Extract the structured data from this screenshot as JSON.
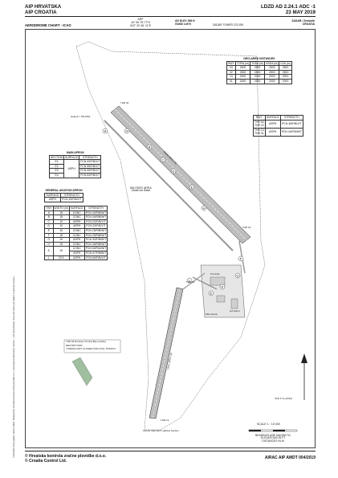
{
  "header": {
    "left1": "AIP HRVATSKA",
    "left2": "AIP CROATIA",
    "right1": "LDZD AD 2.24.1 ADC -1",
    "right2": "23 MAY 2019"
  },
  "title_row": {
    "arp_label": "ARP",
    "arp_lat": "44° 06' 29 77\"N",
    "arp_lon": "015° 20' 46, 11\"E",
    "ad_elev_label": "AD ELEV 289 ft",
    "geoid_label": "GUND 149 ft",
    "chart_name": "AERODROME CHART - ICAO",
    "tower": "ZADAR TOWER 123.150",
    "city": "ZADAR / Zemunik",
    "country": "CROATIA"
  },
  "declared": {
    "caption": "DECLARED DISTANCES",
    "headers": [
      "RWY",
      "TORA (m)",
      "TODA (m)",
      "ASDA (m)",
      "LDA (m)"
    ],
    "rows": [
      [
        "04",
        "2500",
        "2500",
        "2500",
        "2500"
      ],
      [
        "22",
        "2500",
        "2500",
        "2500",
        "2500"
      ],
      [
        "13",
        "2000",
        "2000",
        "2000",
        "2000"
      ],
      [
        "31",
        "2000",
        "2000",
        "2000",
        "2000"
      ]
    ]
  },
  "rwy_table": {
    "headers": [
      "RWY",
      "SURFACE",
      "STRENGTH"
    ],
    "rows": [
      [
        "THR 04\nTHR 22",
        "ASPH",
        "PCN 45/F/B/X/T"
      ],
      [
        "THR 13\nTHR 31",
        "ASPH",
        "PCN 44/F/B/W/T"
      ]
    ]
  },
  "apron_table": {
    "caption": "MAIN APRON",
    "headers": [
      "SECTION",
      "SURFACE",
      "STRENGTH"
    ],
    "rows": [
      [
        "E1",
        "",
        "PCN 60/F/B/X/T"
      ],
      [
        "E2",
        "ASPH",
        "PCN 55/F/B/X/T"
      ],
      [
        "E3",
        "",
        "PCN 55/F/B/X/T"
      ],
      [
        "E4",
        "",
        "PCN 60/F/B/X/T"
      ]
    ]
  },
  "ga_table": {
    "caption": "GENERAL AVIATION APRON",
    "headers": [
      "SURFACE",
      "STRENGTH"
    ],
    "rows": [
      [
        "ASPH",
        "PCN 15/F/B/X/T"
      ]
    ]
  },
  "twy_table": {
    "headers": [
      "TWY",
      "WIDTH (m)",
      "SURFACE",
      "STRENGTH"
    ],
    "rows": [
      [
        "A",
        "15",
        "CONC",
        "PCN 42/R/B/W/T"
      ],
      [
        "B",
        "15",
        "CONC",
        "PCN 44/R/B/W/T"
      ],
      [
        "C",
        "10",
        "ASPH",
        "PCN 22/F/B/Y/T"
      ],
      [
        "D",
        "10",
        "ASPH",
        "PCN 22/F/B/Y/T"
      ],
      [
        "E",
        "15",
        "CONC",
        "PCN 29/R/B/W/T"
      ],
      [
        "F",
        "15",
        "CONC",
        "PCN 29/R/B/W/T"
      ],
      [
        "G",
        "10",
        "ASPH",
        "PCN 33/F/B/W/T"
      ],
      [
        "H",
        "15",
        "CONC",
        "PCN 26/R/B/W/T"
      ],
      [
        "K",
        "15",
        "CONC",
        "PCN 60/R/A/W/T"
      ],
      [
        "",
        "",
        "ASPH",
        "PCN 47/F/B/W/T"
      ],
      [
        "L",
        "22.5",
        "ASPH",
        "PCN 60/F/B/X/T"
      ]
    ]
  },
  "map_labels": {
    "military": "MILITARY AREA",
    "military2": "Zadar Air Base",
    "heli": "Heliport / Plovidba",
    "thr04": "THR 04",
    "thr22": "THR 22",
    "thr13": "THR 13",
    "thr31": "THR 31",
    "rwy0422": "04/22  2500 x 45",
    "rwy1331": "13/31  2000 x 30",
    "restriction_a": "THR 04 Runway Turning Bay existing",
    "restriction_b": "RESTRICTION:",
    "restriction_c": "TURNING BAY CLOSED FOR CIVIL TRAFFIC",
    "stopway": "Simple Approach Lighting System",
    "scale": "SCALE  1 : 15 000",
    "bearing": "BEARINGS ARE MAGNETIC",
    "elev": "ELEVATIONS IN FT",
    "dist": "DISTANCES IN M",
    "twy_letters": [
      "A",
      "B",
      "C",
      "D",
      "E",
      "H",
      "H",
      "F",
      "G",
      "K",
      "L",
      "E"
    ],
    "apron": "Main Apron",
    "ga": "GA Apron",
    "terminal": "Terminal",
    "var": "VAR 3° E (2019)"
  },
  "side_note": "CHANGES: Data update. AIRAC AMDT. Prepared by: Hrvatska kontrola zračne plovidbe d.o.o. Aeronautical Information Service — AIP amendments, data and charts are subject to periodic revision.",
  "footer": {
    "line1": "© Hrvatska kontrola zračne plovidbe d.o.o.",
    "line2": "© Croatia Control Ltd.",
    "right": "AIRAC AIP AMDT 004/2019"
  },
  "colors": {
    "runway": "#bdbdbd",
    "grass": "#9fbf9f",
    "line": "#222222"
  }
}
